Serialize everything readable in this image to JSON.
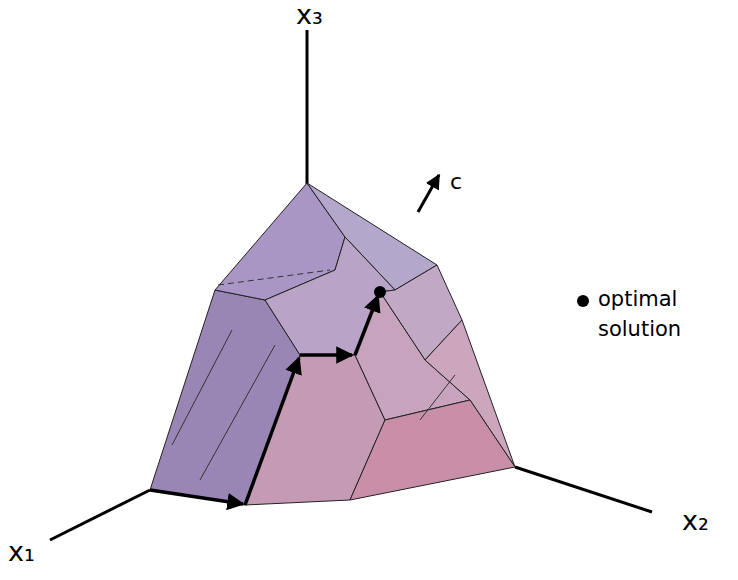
{
  "diagram": {
    "labels": [
      "x₃",
      "x₁",
      "x₂",
      "c"
    ],
    "legend": [
      {
        "text": "optimal solution"
      }
    ]
  }
}
